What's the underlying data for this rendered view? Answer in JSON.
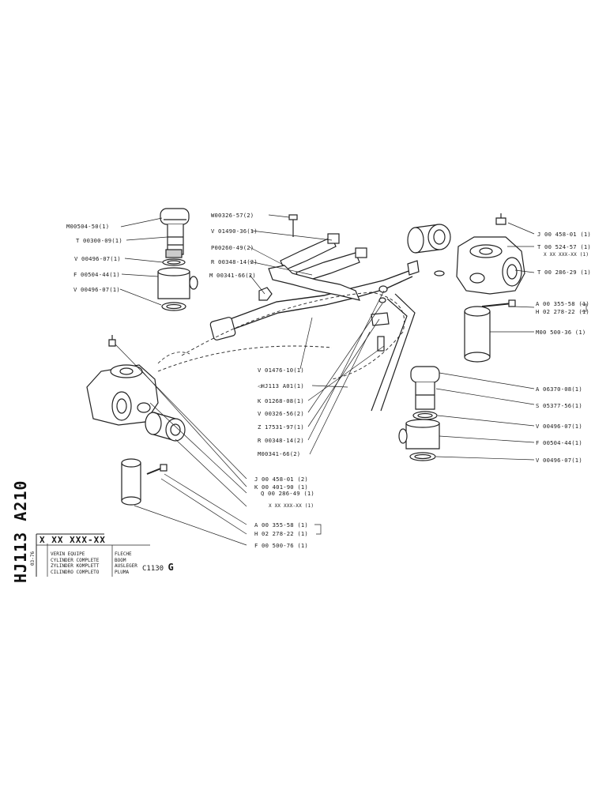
{
  "labels": {
    "top_left": [
      "M00504-50(1)",
      "T 00300-09(1)",
      "V 00496-07(1)",
      "F 00504-44(1)",
      "V 00496-07(1)"
    ],
    "top_center": [
      "W00326-57(2)",
      "V 01490-36(1)",
      "P00260-49(2)",
      "R 00348-14(2)",
      "M 00341-66(2)"
    ],
    "top_right": [
      "J 00 458-01 (1)",
      "T 00 524-57 (1)",
      "X XX XXX-XX (1)",
      "T 00 286-29 (1)",
      "A 00 355-58 (1)",
      "H 02 278-22 (1)",
      "M00 500-36 (1)"
    ],
    "center_column": [
      "V 01476-10(1)",
      "HJ113 A01(1)",
      "K 01268-08(1)",
      "V 00326-56(2)",
      "Z 17531-97(1)",
      "R 00348-14(2)",
      "M00341-66(2)"
    ],
    "right_column": [
      "A 06370-08(1)",
      "S 05377-56(1)",
      "V 00496-07(1)",
      "F 00504-44(1)",
      "V 00496-07(1)"
    ],
    "bottom": [
      "J 00 458-01 (2)",
      "K 00 401-90 (1)",
      "Q 00 286-49 (1)",
      "X XX XXX-XX (1)",
      "A 00 355-58 (1)",
      "H 02 278-22 (1)",
      "F 00 500-76 (1)"
    ]
  },
  "title_block": {
    "drawing_ref": "HJ113 A210",
    "date": "03-76",
    "part_number": "X XX XXX-XX",
    "col1": [
      "VERIN EQUIPE",
      "CYLINDER COMPLETE",
      "ZYLINDER KOMPLETT",
      "CILINDRO COMPLETO"
    ],
    "col2": [
      "FLECHE",
      "BOOM",
      "AUSLEGER",
      "PLUMA"
    ],
    "code": "C1130",
    "code_suffix": "G"
  }
}
